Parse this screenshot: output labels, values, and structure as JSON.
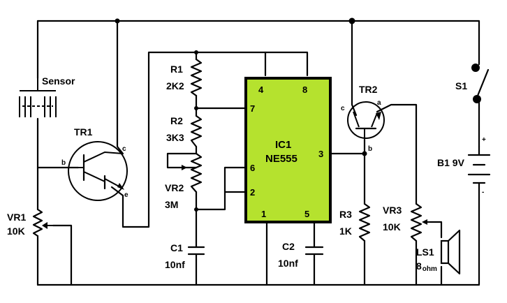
{
  "components": {
    "sensor": {
      "label": "Sensor"
    },
    "tr1": {
      "label": "TR1",
      "pin_b": "b",
      "pin_c": "c",
      "pin_e": "e"
    },
    "vr1": {
      "name": "VR1",
      "value": "10K"
    },
    "r1": {
      "name": "R1",
      "value": "2K2"
    },
    "r2": {
      "name": "R2",
      "value": "3K3"
    },
    "vr2": {
      "name": "VR2",
      "value": "3M"
    },
    "c1": {
      "name": "C1",
      "value": "10nf"
    },
    "ic1": {
      "name": "IC1",
      "part": "NE555",
      "pins": {
        "p4": "4",
        "p8": "8",
        "p7": "7",
        "p6": "6",
        "p2": "2",
        "p3": "3",
        "p1": "1",
        "p5": "5"
      },
      "color": "#b5e22e"
    },
    "c2": {
      "name": "C2",
      "value": "10nf"
    },
    "tr2": {
      "label": "TR2",
      "pin_c": "c",
      "pin_a": "a",
      "pin_b": "b"
    },
    "r3": {
      "name": "R3",
      "value": "1K"
    },
    "vr3": {
      "name": "VR3",
      "value": "10K"
    },
    "ls1": {
      "name": "LS1",
      "value": "8",
      "unit": "ohm"
    },
    "s1": {
      "label": "S1"
    },
    "b1": {
      "label": "B1 9V",
      "plus": "+",
      "minus": "-"
    }
  }
}
